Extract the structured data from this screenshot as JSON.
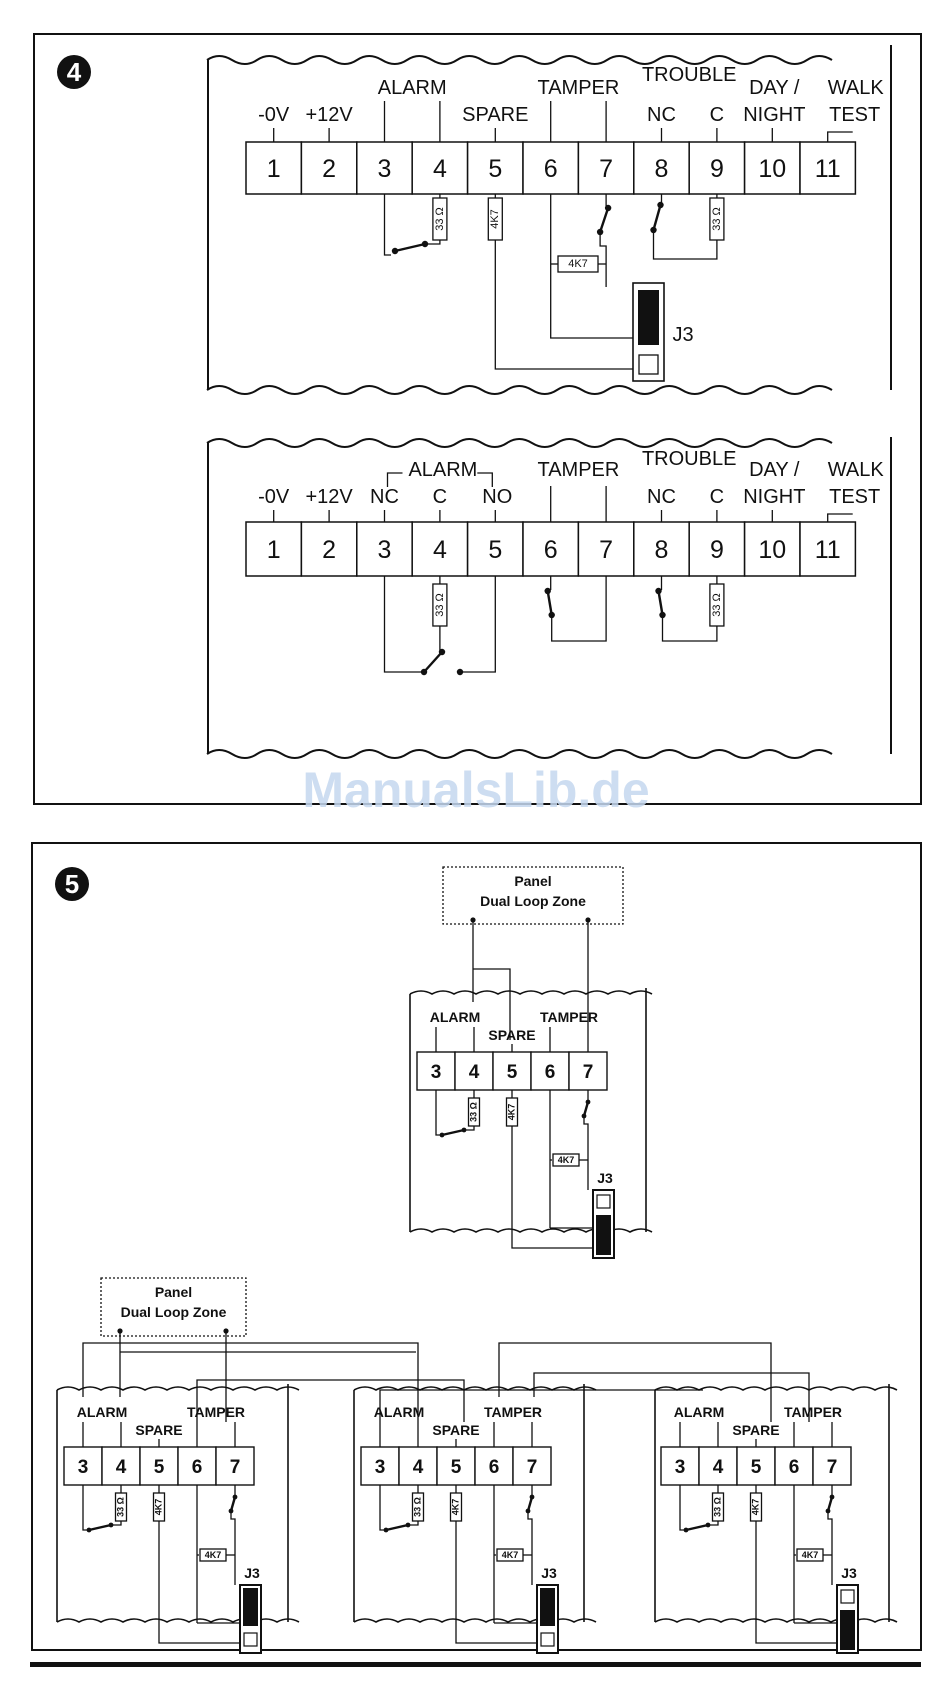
{
  "figure4": {
    "badge": "4",
    "top": {
      "terminals": [
        "1",
        "2",
        "3",
        "4",
        "5",
        "6",
        "7",
        "8",
        "9",
        "10",
        "11"
      ],
      "labels": {
        "minus0v": "-0V",
        "plus12v": "+12V",
        "alarm": "ALARM",
        "spare": "SPARE",
        "tamper": "TAMPER",
        "trouble": "TROUBLE",
        "nc": "NC",
        "c": "C",
        "day": "DAY /",
        "night": "NIGHT",
        "walk": "WALK",
        "test": "TEST"
      },
      "resistors": {
        "r33a": "33 Ω",
        "r4k7a": "4K7",
        "r4k7b": "4K7",
        "r33b": "33 Ω"
      },
      "jumper": "J3"
    },
    "bottom": {
      "terminals": [
        "1",
        "2",
        "3",
        "4",
        "5",
        "6",
        "7",
        "8",
        "9",
        "10",
        "11"
      ],
      "labels": {
        "minus0v": "-0V",
        "plus12v": "+12V",
        "alarm": "ALARM",
        "nc3": "NC",
        "c4": "C",
        "no5": "NO",
        "tamper": "TAMPER",
        "trouble": "TROUBLE",
        "nc8": "NC",
        "c9": "C",
        "day": "DAY /",
        "night": "NIGHT",
        "walk": "WALK",
        "test": "TEST"
      },
      "resistors": {
        "r33a": "33 Ω",
        "r33b": "33 Ω"
      }
    }
  },
  "watermark": "ManualsLib.de",
  "figure5": {
    "badge": "5",
    "panel": {
      "line1": "Panel",
      "line2": "Dual  Loop  Zone"
    },
    "module": {
      "terminals": [
        "3",
        "4",
        "5",
        "6",
        "7"
      ],
      "labels": {
        "alarm": "ALARM",
        "spare": "SPARE",
        "tamper": "TAMPER"
      },
      "resistors": {
        "r33": "33 Ω",
        "r4k7a": "4K7",
        "r4k7b": "4K7"
      },
      "jumper": "J3"
    }
  },
  "colors": {
    "line": "#111111",
    "badge": "#111111",
    "watermark": "#c5d8ef"
  }
}
